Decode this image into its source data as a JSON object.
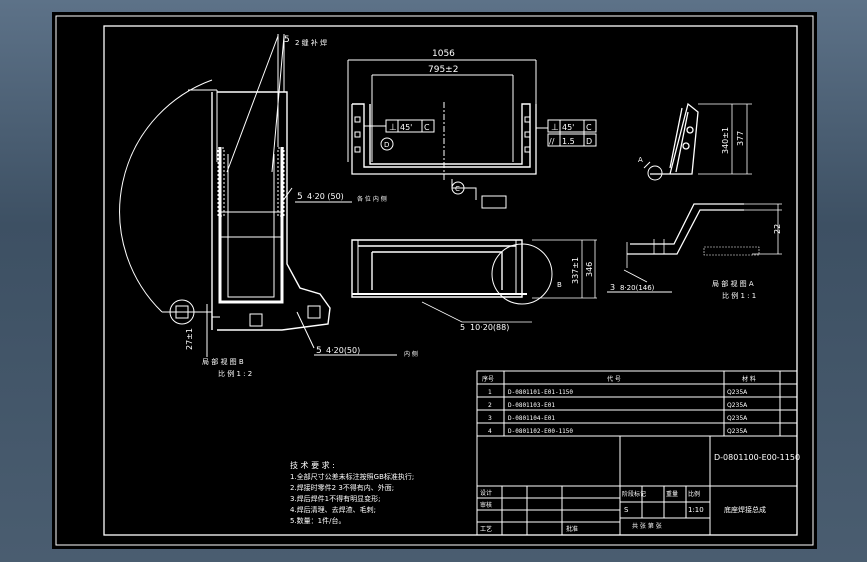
{
  "drawing": {
    "weld_top": "5",
    "weld_top_note": "2 缝 补 焊",
    "weld_mid": "5",
    "weld_mid_spec": "4·20 (50)",
    "weld_mid_note": "各 位 内 侧",
    "weld_bot": "5",
    "weld_bot_spec": "4·20(50)",
    "weld_bot_note": "内 侧",
    "weld_front": "5",
    "weld_front_spec": "10·20(88)",
    "weld_a": "3",
    "weld_a_spec": "8·20(146)",
    "dim_1056": "1056",
    "dim_795": "795±2",
    "dim_346": "346",
    "dim_337": "337±1",
    "dim_340": "340±1",
    "dim_377": "377",
    "dim_22": "22",
    "dim_27": "27±1",
    "tol1_sym": "⊥",
    "tol1_val": "45'",
    "tol1_ref": "C",
    "tol2_sym": "⊥",
    "tol2_val": "45'",
    "tol2_ref": "C",
    "tol3_sym": "//",
    "tol3_val": "1.5",
    "tol3_ref": "D",
    "datum_d": "D",
    "datum_c": "C",
    "label_a": "A",
    "label_b": "B",
    "view_b_title": "局 部 视 图 B",
    "view_b_scale": "比 例 1 : 2",
    "view_a_title": "局 部 视 图 A",
    "view_a_scale": "比 例 1 : 1"
  },
  "bom": {
    "rows": [
      {
        "no": "1",
        "code": "D-0801101-E01-1150",
        "mat": "Q235A"
      },
      {
        "no": "2",
        "code": "D-0801103-E01",
        "mat": "Q235A"
      },
      {
        "no": "3",
        "code": "D-0801104-E01",
        "mat": "Q235A"
      },
      {
        "no": "4",
        "code": "D-0801102-E00-1150",
        "mat": "Q235A"
      }
    ],
    "header_no": "序号",
    "header_code": "代 号",
    "header_mat": "材 料"
  },
  "tech": {
    "title": "技 术 要 求 :",
    "items": [
      "1.全部尺寸公差未标注按照GB标准执行;",
      "2.焊接时零件2  3不得有内、外面;",
      "3.焊后焊件1不得有明显变形;",
      "4.焊后清理、去焊渣、毛刺;",
      "5.数量：1件/台。"
    ]
  },
  "title_block": {
    "drawing_no": "D-0801100-E00-1150",
    "part_name": "底座焊接总成",
    "scale": "1:10",
    "stage": "S",
    "lbl_design": "设计",
    "lbl_check": "审核",
    "lbl_process": "工艺",
    "lbl_approve": "批准",
    "lbl_stage": "阶段标记",
    "lbl_weight": "重量",
    "lbl_scale": "比例",
    "lbl_sheets": "共 张 第 张"
  }
}
